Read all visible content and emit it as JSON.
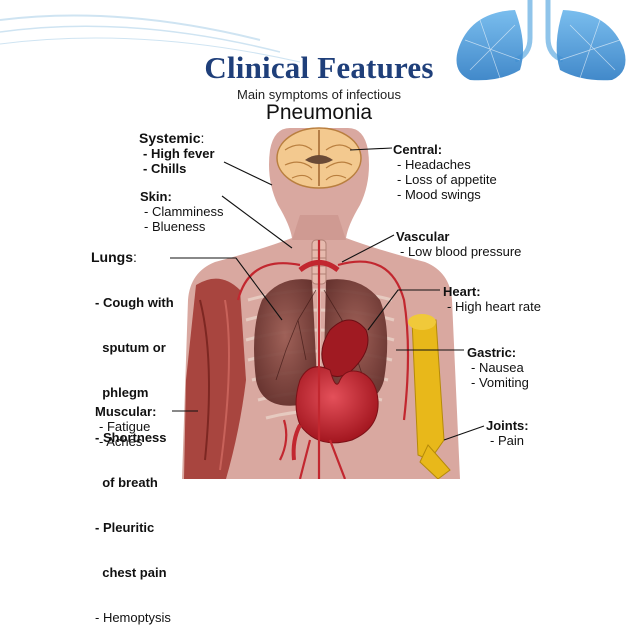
{
  "header": {
    "title": "Clinical Features",
    "subtitle": "Main symptoms of infectious",
    "disease": "Pneumonia"
  },
  "labels": {
    "systemic": {
      "heading": "Systemic",
      "colon": ":",
      "items": [
        "- High fever",
        "- Chills"
      ]
    },
    "skin": {
      "heading": "Skin:",
      "items": [
        "- Clamminess",
        "- Blueness"
      ]
    },
    "lungs": {
      "heading": "Lungs",
      "colon": ":",
      "items": [
        "- Cough with",
        "  sputum or",
        "  phlegm",
        "- Shortness",
        "  of breath",
        "- Pleuritic",
        "  chest pain"
      ],
      "last_item": "- Hemoptysis"
    },
    "muscular": {
      "heading": "Muscular:",
      "items": [
        "- Fatigue",
        "- Aches"
      ]
    },
    "central": {
      "heading": "Central:",
      "items": [
        "- Headaches",
        "- Loss of appetite",
        "- Mood swings"
      ]
    },
    "vascular": {
      "heading": "Vascular",
      "items": [
        "- Low blood pressure"
      ]
    },
    "heart": {
      "heading": "Heart:",
      "items": [
        "- High heart rate"
      ]
    },
    "gastric": {
      "heading": "Gastric:",
      "items": [
        "- Nausea",
        "- Vomiting"
      ]
    },
    "joints": {
      "heading": "Joints:",
      "items": [
        "- Pain"
      ]
    }
  },
  "colors": {
    "title": "#1f3f7a",
    "body_skin": "#d9a8a0",
    "organ_red": "#b8232a",
    "lung_dark": "#7a3b36",
    "bone_yellow": "#e8b81a",
    "lungs_logo": "#3c8fd3"
  }
}
